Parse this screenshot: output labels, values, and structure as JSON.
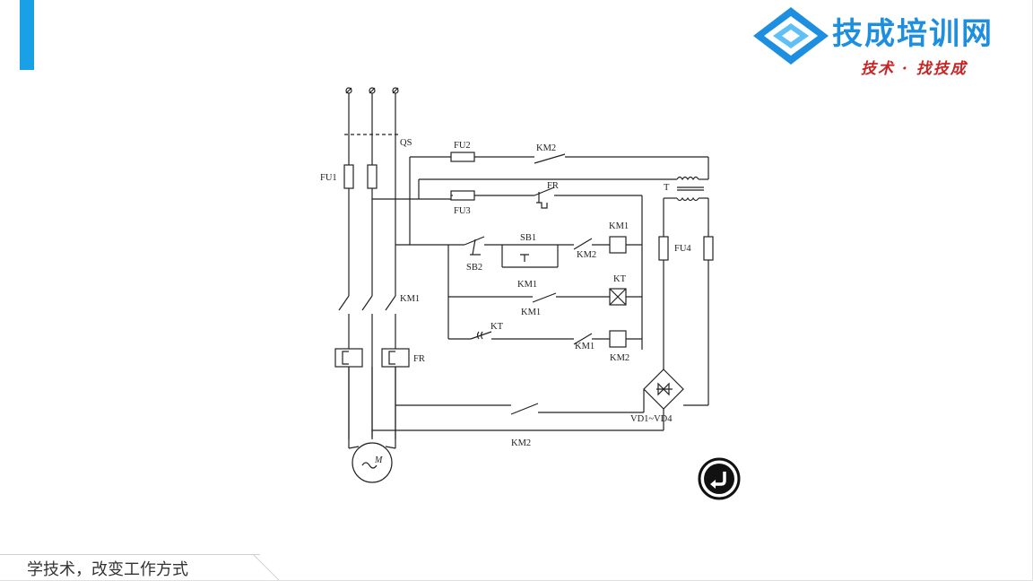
{
  "header": {
    "logo_title": "技成培训网",
    "logo_slogan": "技术 · 找技成"
  },
  "diagram": {
    "labels": {
      "qs": "QS",
      "fu1": "FU1",
      "fu2": "FU2",
      "fu3": "FU3",
      "fu4": "FU4",
      "km2_top": "KM2",
      "fr_contact": "FR",
      "transformer": "T",
      "km1_coil": "KM1",
      "sb1": "SB1",
      "sb2": "SB2",
      "km2_nc": "KM2",
      "km1_seal": "KM1",
      "kt_coil": "KT",
      "km1_kt": "KM1",
      "kt_contact": "KT",
      "km1_nc": "KM1",
      "km2_coil": "KM2",
      "km1_main": "KM1",
      "fr_relay": "FR",
      "rectifier": "VD1~VD4",
      "km2_main": "KM2",
      "motor": "M"
    }
  },
  "footer": {
    "slogan": "学技术，改变工作方式"
  }
}
